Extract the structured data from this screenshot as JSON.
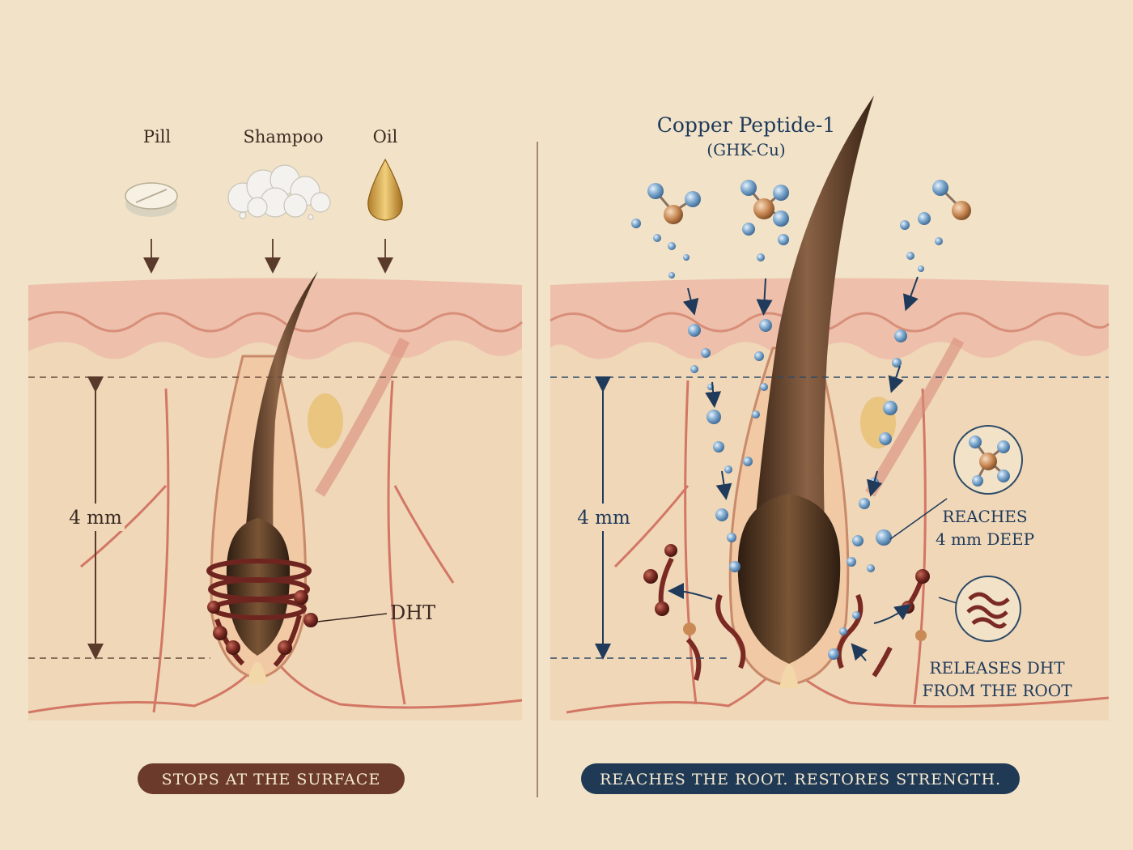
{
  "left_panel": {
    "product_labels": [
      "Pill",
      "Shampoo",
      "Oil"
    ],
    "depth_label": "4 mm",
    "dht_label": "DHT",
    "banner": "STOPS AT THE SURFACE"
  },
  "right_panel": {
    "title_line1": "Copper Peptide-1",
    "title_line2": "(GHK-Cu)",
    "depth_label": "4 mm",
    "callout_reach_line1": "REACHES",
    "callout_reach_line2": "4 mm DEEP",
    "callout_release_line1": "RELEASES DHT",
    "callout_release_line2": "FROM THE ROOT",
    "banner": "REACHES THE ROOT. RESTORES STRENGTH."
  },
  "colors": {
    "background": "#f2e3c8",
    "skin_pink": "#e7b3a0",
    "hair_brown": "#5a3a22",
    "dht_red": "#7a2a22",
    "peptide_blue": "#6f9fc6",
    "copper": "#c98a55",
    "left_banner": "#6b3a2a",
    "right_banner": "#203a55"
  }
}
